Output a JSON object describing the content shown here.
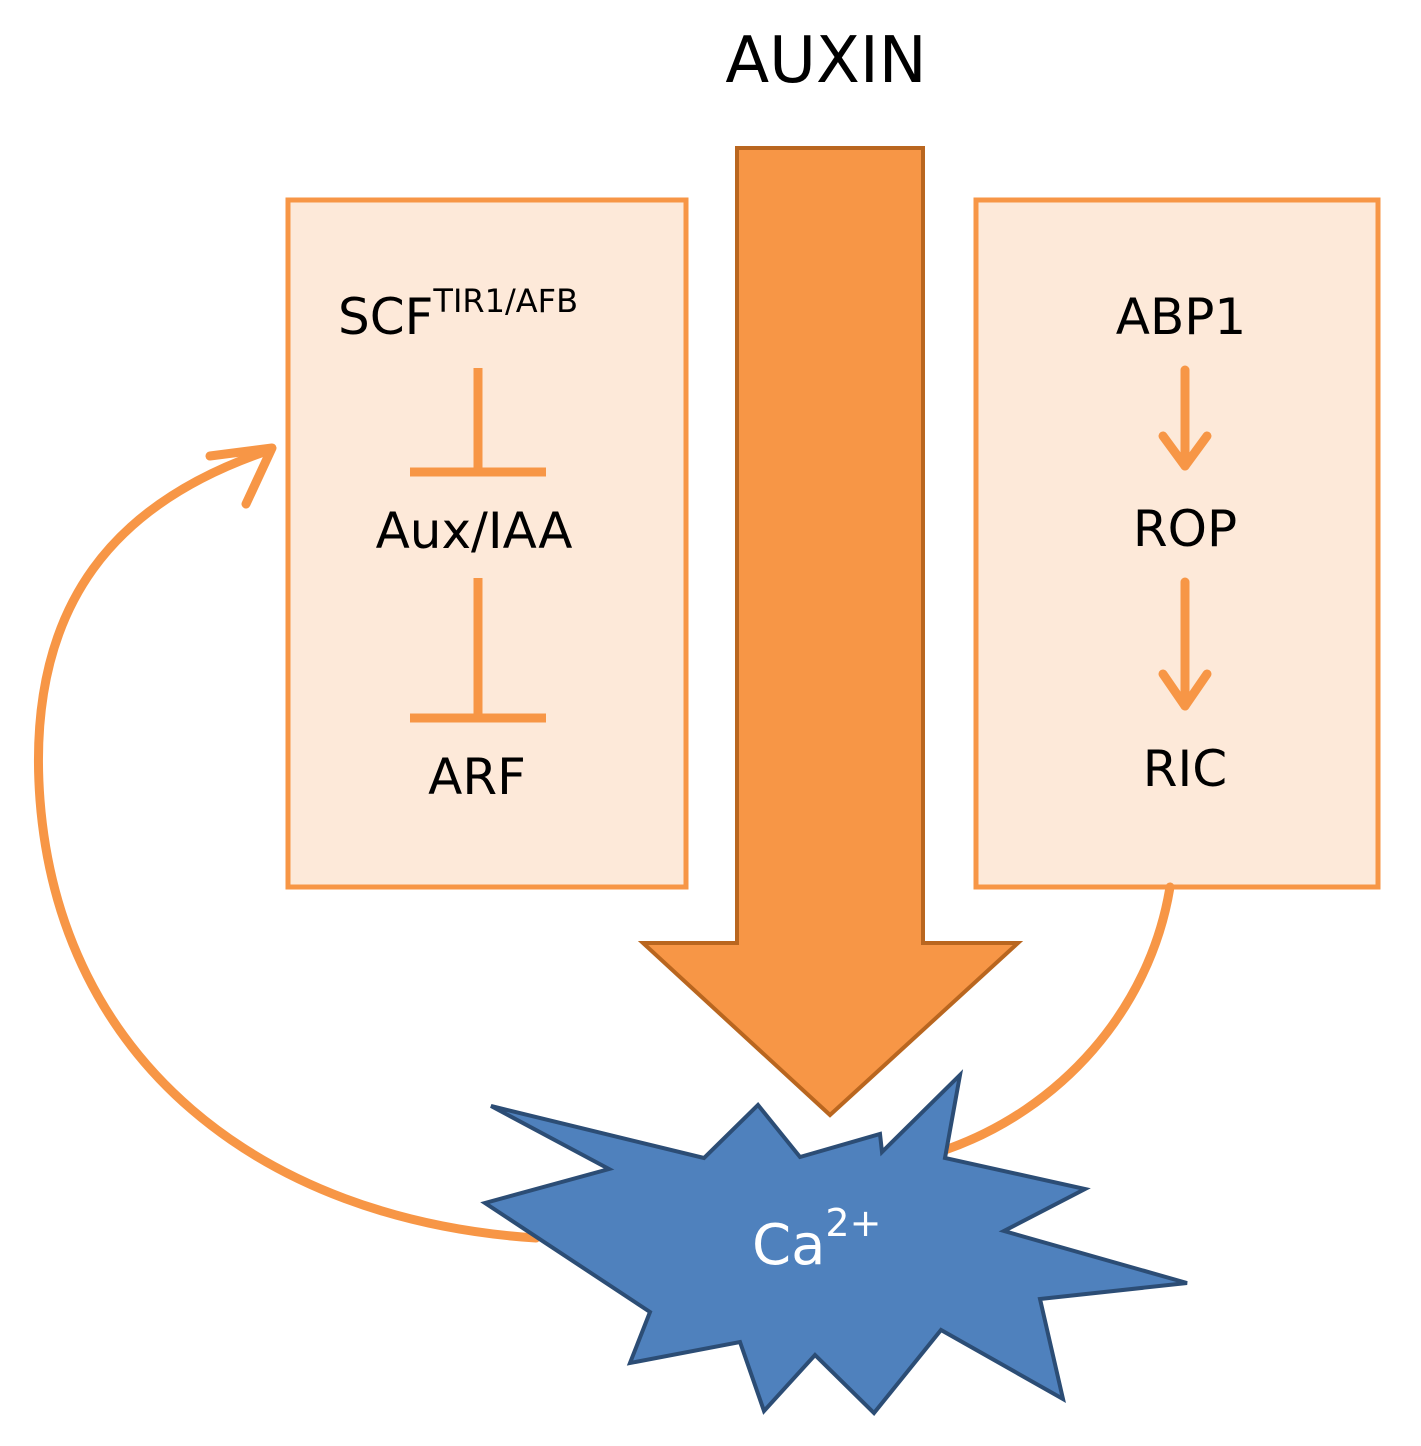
{
  "title": "AUXIN",
  "left_box": {
    "scf_label": "SCF",
    "scf_superscript": "TIR1/AFB",
    "aux_label": "Aux/IAA",
    "arf_label": "ARF"
  },
  "right_box": {
    "abp1_label": "ABP1",
    "rop_label": "ROP",
    "ric_label": "RIC"
  },
  "calcium": {
    "label": "Ca",
    "superscript": "2+"
  },
  "colors": {
    "box_fill": "#fde9d9",
    "box_stroke": "#f79646",
    "arrow_fill": "#f79646",
    "arrow_stroke": "#b9661f",
    "burst_fill": "#4f81bd",
    "burst_stroke": "#2c4d75"
  }
}
